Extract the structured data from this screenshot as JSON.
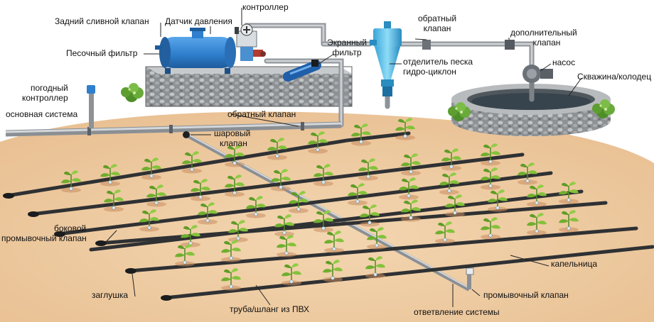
{
  "labels": {
    "rear_drain_valve": "Задний сливной клапан",
    "pressure_sensor": "Датчик давления",
    "controller": "контроллер",
    "sand_filter": "Песочный фильтр",
    "screen_filter_l1": "Экранный",
    "screen_filter_l2": "фильтр",
    "check_valve_top_l1": "обратный",
    "check_valve_top_l2": "клапан",
    "extra_valve_l1": "дополнительный",
    "extra_valve_l2": "клапан",
    "pump": "насос",
    "well": "Скважина/колодец",
    "sand_separator_l1": "отделитель песка",
    "sand_separator_l2": "гидро-циклон",
    "weather_controller_l1": "погодный",
    "weather_controller_l2": "контроллер",
    "main_system": "основная система",
    "check_valve_bottom": "обратный клапан",
    "ball_valve_l1": "шаровый",
    "ball_valve_l2": "клапан",
    "side_flush_valve_l1": "боковой",
    "side_flush_valve_l2": "промывочный клапан",
    "dripper": "капельница",
    "end_plug": "заглушка",
    "flush_valve": "промывочный клапан",
    "pvc_pipe": "труба/шланг из ПВХ",
    "system_branch": "ответвление системы"
  },
  "colors": {
    "soil": "#efcfa6",
    "pipe": "#b9bec3",
    "dark_pipe": "#2f3133",
    "filter_blue": "#2f7fce",
    "cyclone_blue": "#5cc2ea",
    "leaf_green": "#6fae2e",
    "stone": "#8f9396",
    "mound": "#a86a3e"
  }
}
